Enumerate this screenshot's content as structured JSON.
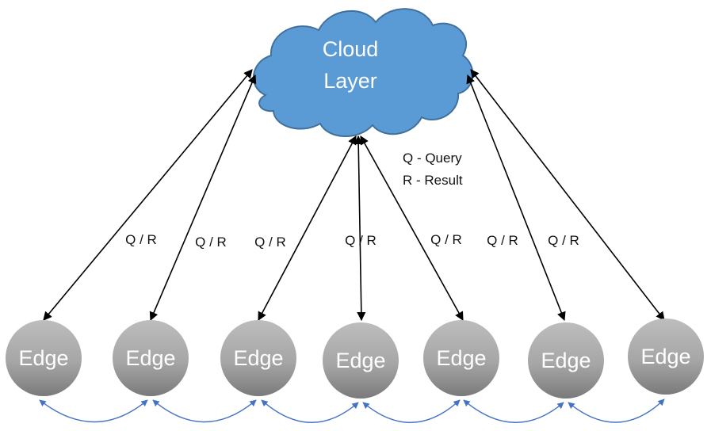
{
  "cloud": {
    "line1": "Cloud",
    "line2": "Layer",
    "color": "#5B9BD5",
    "stroke": "#41719C"
  },
  "legend": {
    "query": "Q - Query",
    "result": "R -  Result"
  },
  "edge_label": "Edge",
  "edge_count": 7,
  "link_labels": [
    "Q / R",
    "Q / R",
    "Q / R",
    "Q / R",
    "Q / R",
    "Q / R",
    "Q / R"
  ],
  "colors": {
    "edge_fill_top": "#B7B7B7",
    "edge_fill_bottom": "#7F7F7F",
    "peer_link": "#4472C4",
    "arrow": "#000000"
  }
}
